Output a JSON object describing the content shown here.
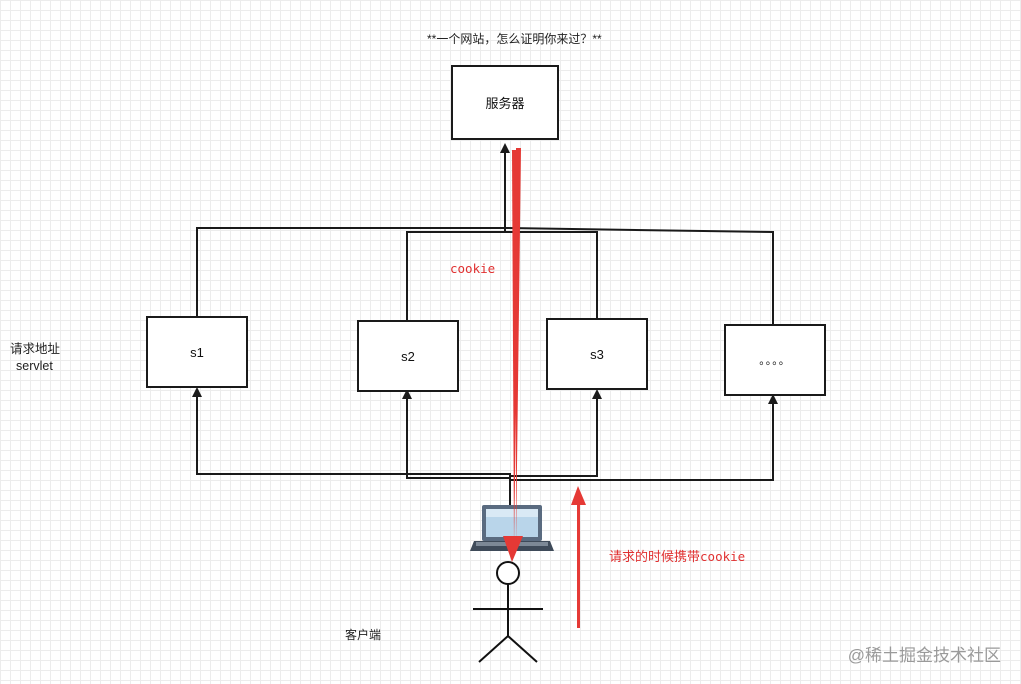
{
  "title": "**一个网站，怎么证明你来过？**",
  "server": {
    "label": "服务器"
  },
  "servlets": [
    {
      "label": "s1"
    },
    {
      "label": "s2"
    },
    {
      "label": "s3"
    },
    {
      "label": "。。。。"
    }
  ],
  "side_label": {
    "line1": "请求地址",
    "line2": "servlet"
  },
  "cookie_label": "cookie",
  "request_label": {
    "prefix": "请求的时候携带",
    "suffix": "cookie"
  },
  "client": {
    "label": "客户端",
    "laptop_icon": "laptop-icon",
    "person_icon": "stick-figure-icon"
  },
  "watermark": "@稀土掘金技术社区",
  "colors": {
    "line": "#1a1a1a",
    "accent_red": "#e53935",
    "grid": "#ececec"
  }
}
